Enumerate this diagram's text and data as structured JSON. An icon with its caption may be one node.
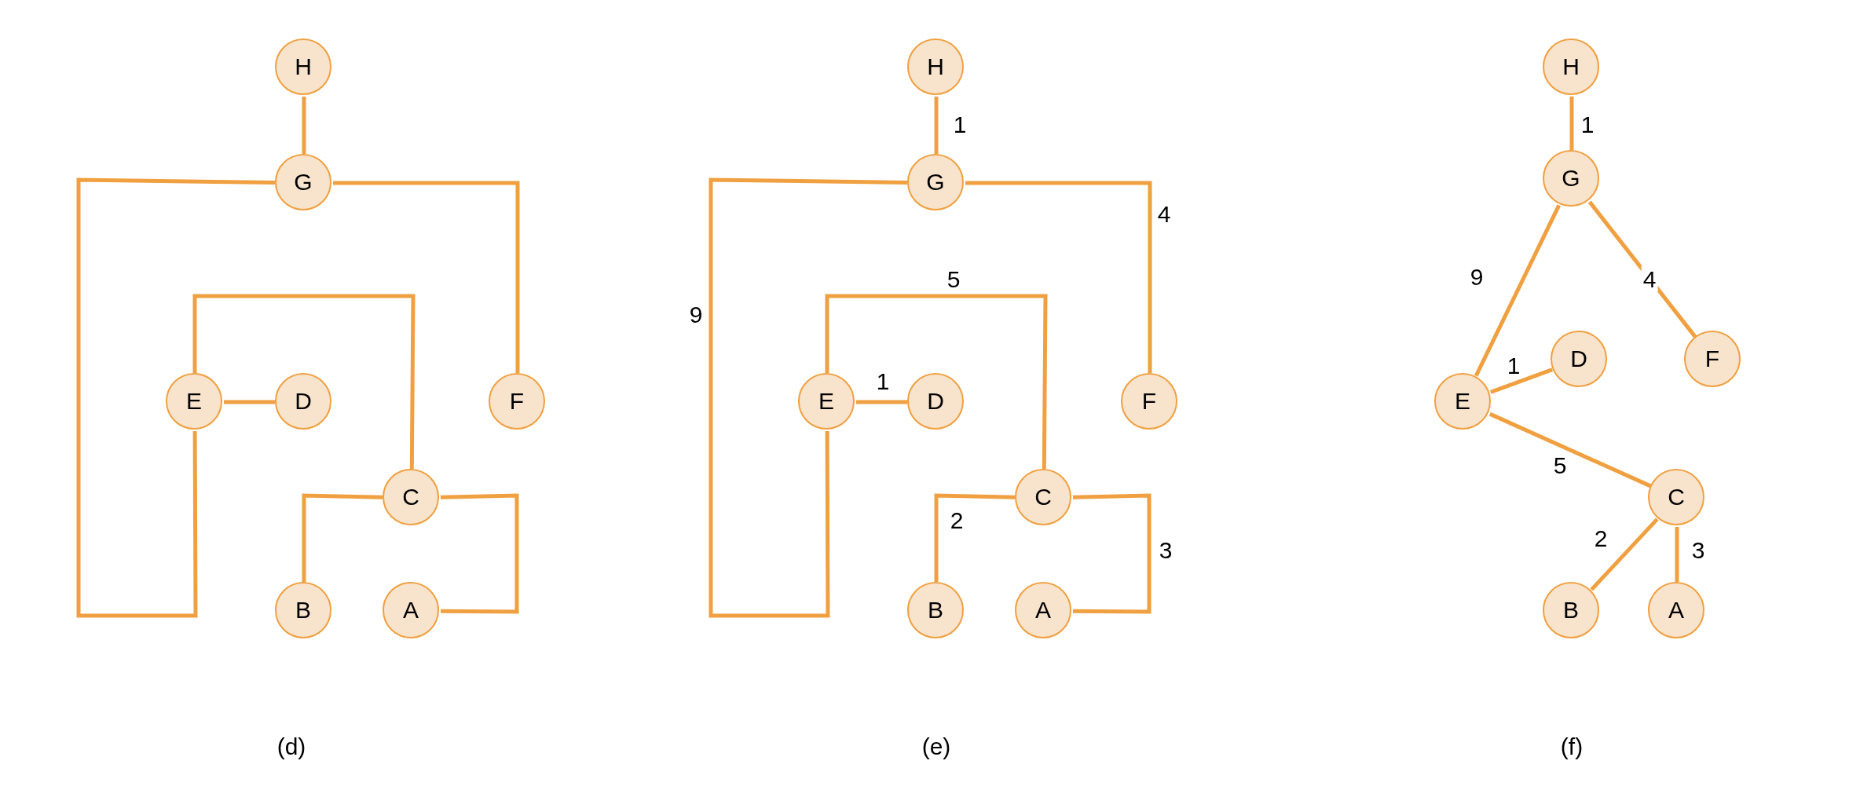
{
  "diagram": {
    "nodes": [
      {
        "text": [
          "H"
        ]
      },
      {
        "text": [
          "G"
        ]
      },
      {
        "text": [
          "E"
        ]
      },
      {
        "text": [
          "D"
        ]
      },
      {
        "text": [
          "F"
        ]
      },
      {
        "text": [
          "C"
        ]
      },
      {
        "text": [
          "B"
        ]
      },
      {
        "text": [
          "A"
        ]
      },
      {
        "text": [
          "H"
        ]
      },
      {
        "text": [
          "G"
        ]
      },
      {
        "text": [
          "E"
        ]
      },
      {
        "text": [
          "D"
        ]
      },
      {
        "text": [
          "F"
        ]
      },
      {
        "text": [
          "C"
        ]
      },
      {
        "text": [
          "B"
        ]
      },
      {
        "text": [
          "A"
        ]
      },
      {
        "text": [
          "H"
        ]
      },
      {
        "text": [
          "G"
        ]
      },
      {
        "text": [
          "E"
        ]
      },
      {
        "text": [
          "D"
        ]
      },
      {
        "text": [
          "F"
        ]
      },
      {
        "text": [
          "C"
        ]
      },
      {
        "text": [
          "B"
        ]
      },
      {
        "text": [
          "A"
        ]
      }
    ],
    "edges": [
      {
        "from": 0,
        "to": 1,
        "arrow": "none"
      },
      {
        "from": 1,
        "to": 2,
        "arrow": "none"
      },
      {
        "from": 1,
        "to": 4,
        "arrow": "none"
      },
      {
        "from": 2,
        "to": 3,
        "arrow": "none"
      },
      {
        "from": 2,
        "to": 5,
        "arrow": "none"
      },
      {
        "from": 5,
        "to": 6,
        "arrow": "none"
      },
      {
        "from": 5,
        "to": 7,
        "arrow": "none"
      },
      {
        "from": 8,
        "to": 9,
        "arrow": "none",
        "label": "1"
      },
      {
        "from": 9,
        "to": 10,
        "arrow": "none",
        "label": "9"
      },
      {
        "from": 9,
        "to": 12,
        "arrow": "none",
        "label": "4"
      },
      {
        "from": 10,
        "to": 11,
        "arrow": "none",
        "label": "1"
      },
      {
        "from": 10,
        "to": 13,
        "arrow": "none",
        "label": "5"
      },
      {
        "from": 13,
        "to": 14,
        "arrow": "none",
        "label": "2"
      },
      {
        "from": 13,
        "to": 15,
        "arrow": "none",
        "label": "3"
      },
      {
        "from": 16,
        "to": 17,
        "arrow": "none",
        "label": "1"
      },
      {
        "from": 17,
        "to": 18,
        "arrow": "none",
        "label": "9"
      },
      {
        "from": 17,
        "to": 20,
        "arrow": "none",
        "label": "4"
      },
      {
        "from": 18,
        "to": 19,
        "arrow": "none",
        "label": "1"
      },
      {
        "from": 18,
        "to": 21,
        "arrow": "none",
        "label": "5"
      },
      {
        "from": 21,
        "to": 22,
        "arrow": "none",
        "label": "2"
      },
      {
        "from": 21,
        "to": 23,
        "arrow": "none",
        "label": "3"
      }
    ],
    "labels": [
      "(d)",
      "(e)",
      "(f)"
    ]
  }
}
